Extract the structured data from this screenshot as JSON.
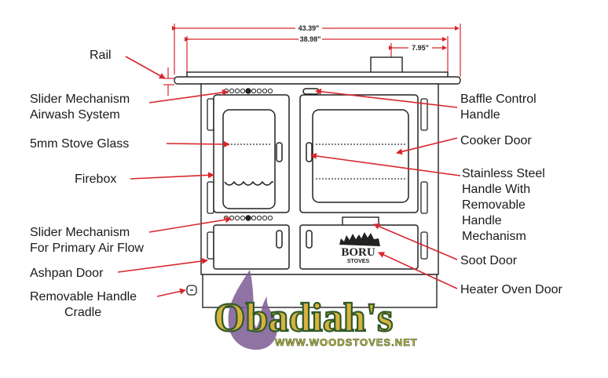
{
  "dimensions": {
    "overall_width": "43.39\"",
    "body_width": "38.98\"",
    "flue_offset": "7.95\""
  },
  "labels": {
    "rail": "Rail",
    "slider_airwash_1": "Slider Mechanism",
    "slider_airwash_2": "Airwash System",
    "stove_glass": "5mm Stove Glass",
    "firebox": "Firebox",
    "slider_primary_1": "Slider Mechanism",
    "slider_primary_2": "For Primary Air Flow",
    "ashpan_door": "Ashpan Door",
    "handle_cradle_1": "Removable Handle",
    "handle_cradle_2": "Cradle",
    "baffle_1": "Baffle Control",
    "baffle_2": "Handle",
    "cooker_door": "Cooker Door",
    "steel_handle_1": "Stainless Steel",
    "steel_handle_2": "Handle With",
    "steel_handle_3": "Removable",
    "steel_handle_4": "Handle",
    "steel_handle_5": "Mechanism",
    "soot_door": "Soot Door",
    "heater_oven_door": "Heater Oven Door"
  },
  "stove_logo": {
    "brand": "BORU",
    "sub": "STOVES"
  },
  "watermark": {
    "name": "Obadiah's",
    "url": "WWW.WOODSTOVES.NET"
  },
  "colors": {
    "arrow": "#d8262c",
    "outline": "#222222",
    "logo_gold": "#d7b23e",
    "logo_green": "#2f5a2a",
    "flame_purple": "#7b5a93"
  }
}
